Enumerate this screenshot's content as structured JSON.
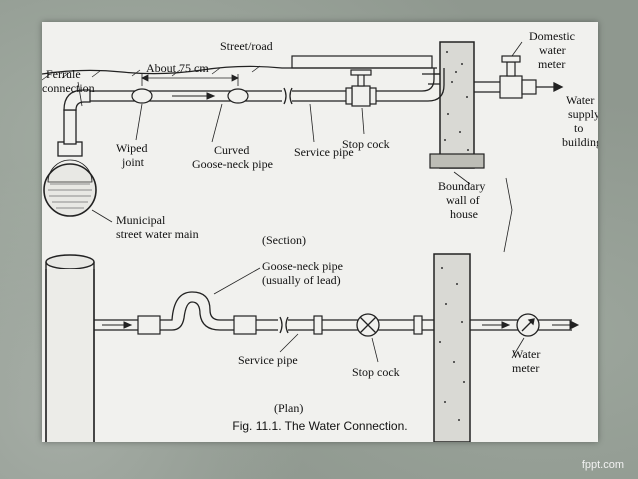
{
  "diagram": {
    "labels": {
      "street_road": "Street/road",
      "domestic_meter": [
        "Domestic",
        "water",
        "meter"
      ],
      "ferrule": [
        "Ferrule",
        "connection"
      ],
      "about": "About 75 cm",
      "water_supply": [
        "Water",
        "supply",
        "to",
        "building"
      ],
      "stop_cock_top": "Stop cock",
      "wiped_joint": [
        "Wiped",
        "joint"
      ],
      "curved": "Curved",
      "gooseneck_top": "Goose-neck pipe",
      "service_pipe_top": "Service pipe",
      "boundary": [
        "Boundary",
        "wall of",
        "house"
      ],
      "municipal": [
        "Municipal",
        "street water main"
      ],
      "section": "(Section)",
      "gooseneck_plan": [
        "Goose-neck pipe",
        "(usually of lead)"
      ],
      "service_pipe_plan": "Service pipe",
      "stop_cock_plan": "Stop cock",
      "water_meter": [
        "Water",
        "meter"
      ],
      "plan": "(Plan)"
    },
    "caption": "Fig. 11.1. The Water Connection.",
    "brand": "fppt.com"
  }
}
